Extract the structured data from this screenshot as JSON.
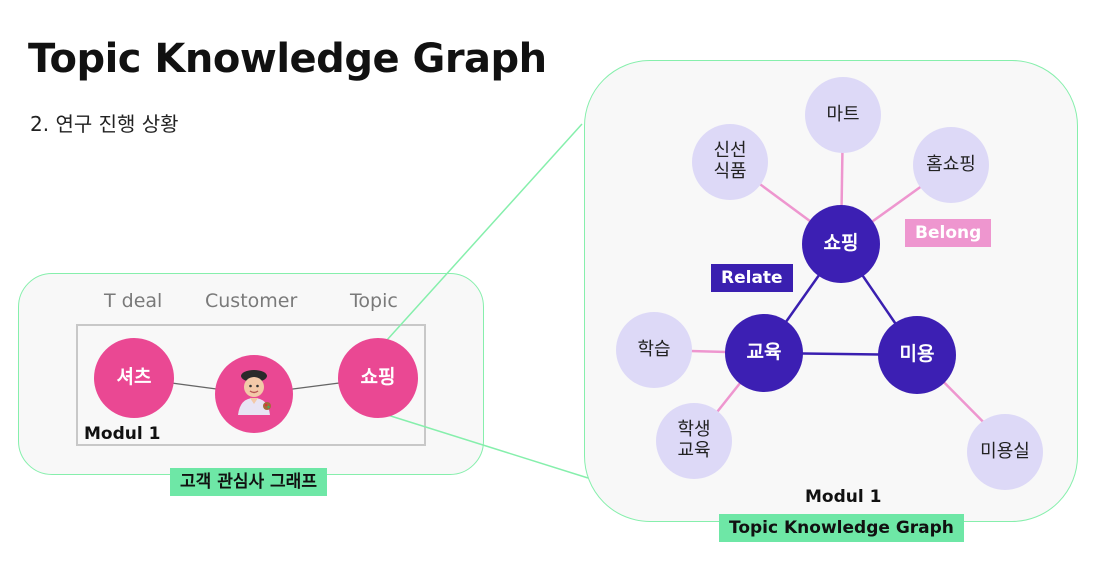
{
  "header": {
    "title": "Topic Knowledge Graph",
    "subtitle": "2. 연구 진행 상황"
  },
  "left_panel": {
    "columns": [
      "T deal",
      "Customer",
      "Topic"
    ],
    "nodes": {
      "shirt": "셔츠",
      "customer_icon": "person-artist-icon",
      "shopping": "쇼핑"
    },
    "module_label": "Modul 1",
    "caption": "고객 관심사 그래프"
  },
  "right_panel": {
    "hubs": {
      "shopping": "쇼핑",
      "education": "교육",
      "beauty": "미용"
    },
    "satellites": {
      "mart": "마트",
      "fresh_food": "신선\n식품",
      "home_shopping": "홈쇼핑",
      "learning": "학습",
      "student_edu": "학생\n교육",
      "beauty_salon": "미용실"
    },
    "tags": {
      "belong": "Belong",
      "relate": "Relate"
    },
    "module_label": "Modul 1",
    "caption": "Topic Knowledge Graph"
  },
  "colors": {
    "accent_green": "#6ee7a6",
    "panel_border": "#86efac",
    "pink_node": "#ea4893",
    "purple_node": "#3c1fb3",
    "lavender_node": "#ddd9f7",
    "belong_line": "#ee96cf",
    "relate_line": "#3a1fb0"
  }
}
